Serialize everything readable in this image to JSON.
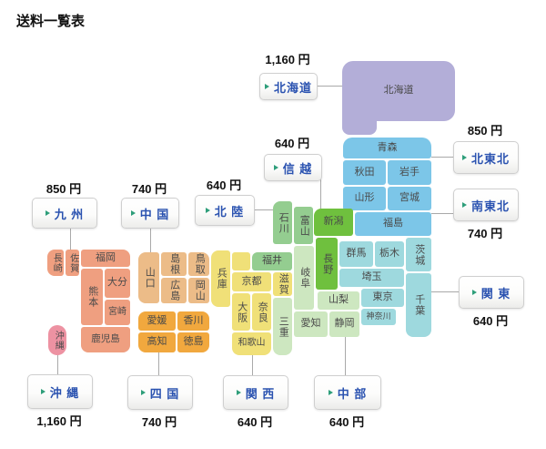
{
  "title": "送料一覧表",
  "buttons": {
    "hokkaido": {
      "label": "北海道",
      "price": "1,160 円"
    },
    "kitatohoku": {
      "label": "北東北",
      "price": "850 円"
    },
    "minamitohoku": {
      "label": "南東北",
      "price": "740 円"
    },
    "kanto": {
      "label": "関 東",
      "price": "640 円"
    },
    "shinetsu": {
      "label": "信 越",
      "price": "640 円"
    },
    "hokuriku": {
      "label": "北 陸",
      "price": "640 円"
    },
    "chubu": {
      "label": "中 部",
      "price": "640 円"
    },
    "kansai": {
      "label": "関 西",
      "price": "640 円"
    },
    "chugoku": {
      "label": "中 国",
      "price": "740 円"
    },
    "shikoku": {
      "label": "四 国",
      "price": "740 円"
    },
    "kyushu": {
      "label": "九 州",
      "price": "850 円"
    },
    "okinawa": {
      "label": "沖 縄",
      "price": "1,160 円"
    }
  },
  "prefectures": {
    "hokkaido": "北海道",
    "aomori": "青森",
    "akita": "秋田",
    "iwate": "岩手",
    "yamagata": "山形",
    "miyagi": "宮城",
    "fukushima": "福島",
    "niigata": "新潟",
    "nagano": "長野",
    "ishikawa": "石川",
    "toyama": "富山",
    "fukui": "福井",
    "gunma": "群馬",
    "tochigi": "栃木",
    "ibaraki": "茨城",
    "saitama": "埼玉",
    "tokyo": "東京",
    "kanagawa": "神奈川",
    "chiba": "千葉",
    "gifu": "岐阜",
    "yamanashi": "山梨",
    "aichi": "愛知",
    "shizuoka": "静岡",
    "mie": "三重",
    "shiga": "滋賀",
    "hyogo": "兵庫",
    "kyoto": "京都",
    "osaka": "大阪",
    "nara": "奈良",
    "wakayama": "和歌山",
    "yamaguchi": "山口",
    "shimane": "島根",
    "tottori": "鳥取",
    "hiroshima": "広島",
    "okayama": "岡山",
    "ehime": "愛媛",
    "kagawa": "香川",
    "kochi": "高知",
    "tokushima": "徳島",
    "nagasaki": "長崎",
    "saga": "佐賀",
    "fukuoka": "福岡",
    "kumamoto": "熊本",
    "oita": "大分",
    "miyazaki": "宮崎",
    "kagoshima": "鹿児島",
    "okinawa": "沖縄"
  },
  "colors": {
    "hokkaido": "#b3aed8",
    "tohoku": "#7cc6e8",
    "kanto": "#9ed9de",
    "shinetsu": "#6fc03e",
    "hokuriku": "#94cd90",
    "chubu": "#cde7c0",
    "kansai": "#f0e078",
    "chugoku": "#ecbc88",
    "shikoku": "#f1a83e",
    "kyushu": "#ef9f80",
    "okinawa": "#ed92a2",
    "button_text": "#2a52b0",
    "arrow": "#2e9e7a",
    "price_text": "#111111"
  }
}
